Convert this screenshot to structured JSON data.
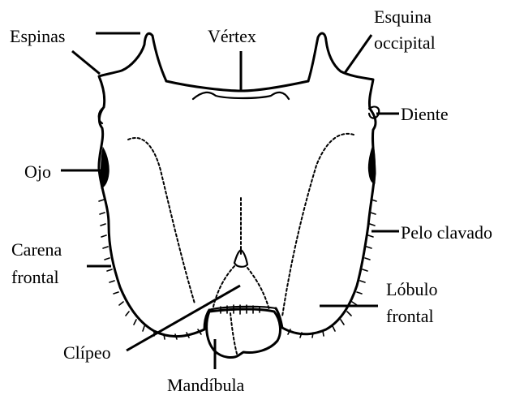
{
  "labels": {
    "espinas": "Espinas",
    "vertex": "Vértex",
    "esquina_line1": "Esquina",
    "esquina_line2": "occipital",
    "diente": "Diente",
    "ojo": "Ojo",
    "pelo_clavado": "Pelo clavado",
    "carena_line1": "Carena",
    "carena_line2": "frontal",
    "lobulo_line1": "Lóbulo",
    "lobulo_line2": "frontal",
    "clipeo": "Clípeo",
    "mandibula": "Mandíbula"
  }
}
